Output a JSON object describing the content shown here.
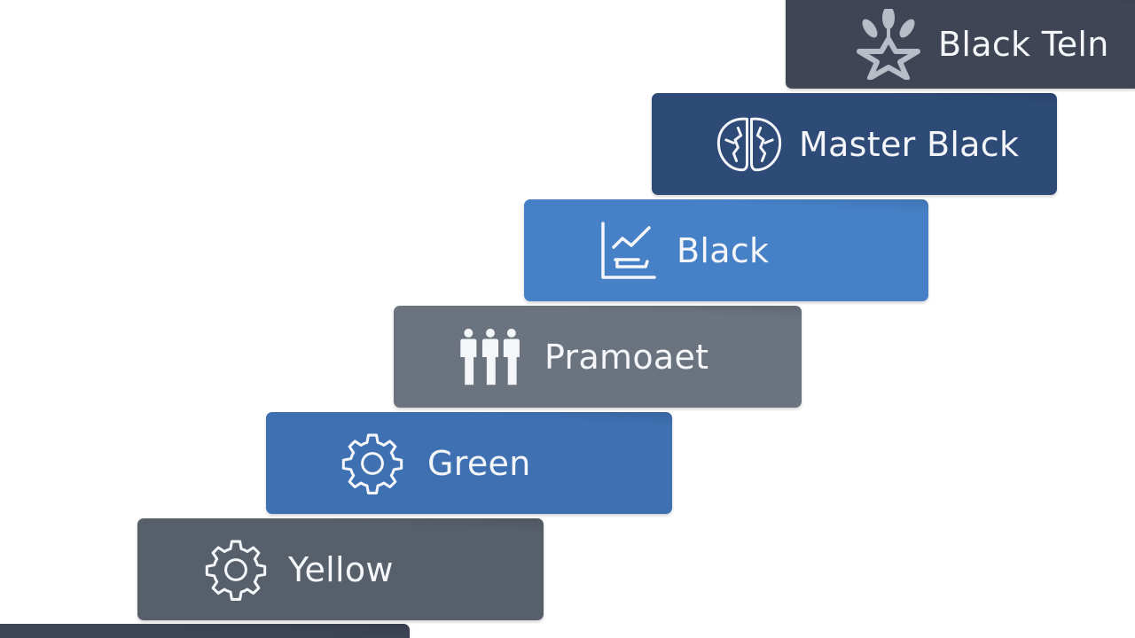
{
  "diagram": {
    "type": "staircase",
    "direction": "ascending-left-to-right",
    "steps": [
      {
        "level": 0,
        "label": "",
        "icon": "none",
        "color": "#3d4454"
      },
      {
        "level": 1,
        "label": "Yellow",
        "icon": "gear-icon",
        "color": "#575f6b"
      },
      {
        "level": 2,
        "label": "Green",
        "icon": "gear-icon",
        "color": "#3f70b2"
      },
      {
        "level": 3,
        "label": "Pramoaet",
        "icon": "people-icon",
        "color": "#6a737e"
      },
      {
        "level": 4,
        "label": "Black",
        "icon": "chart-icon",
        "color": "#4680c6"
      },
      {
        "level": 5,
        "label": "Master Black",
        "icon": "brain-icon",
        "color": "#2e4b78"
      },
      {
        "level": 6,
        "label": "Black Teln",
        "icon": "star-leaf-icon",
        "color": "#3f4554"
      }
    ],
    "colors": {
      "background": "#ffffff",
      "text": "#f4f6f9",
      "icon_stroke": "#f4f6f9",
      "star_icon": "#b8bcc6"
    }
  }
}
